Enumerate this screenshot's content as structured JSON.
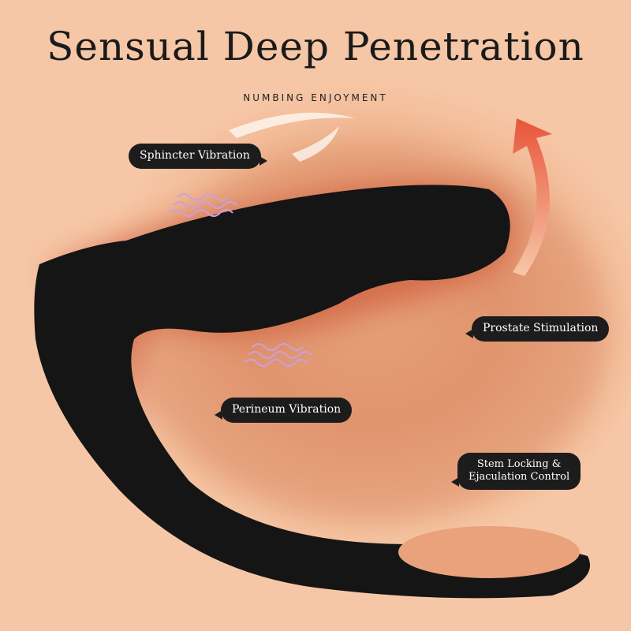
{
  "title": "Sensual Deep Penetration",
  "subtitle": "NUMBING ENJOYMENT",
  "callouts": {
    "sphincter": "Sphincter Vibration",
    "prostate": "Prostate Stimulation",
    "perineum": "Perineum Vibration",
    "stem": "Stem Locking &\nEjaculation Control"
  },
  "colors": {
    "product": "#151515",
    "arrow": "#e8553a",
    "background": "#f0b48f"
  }
}
